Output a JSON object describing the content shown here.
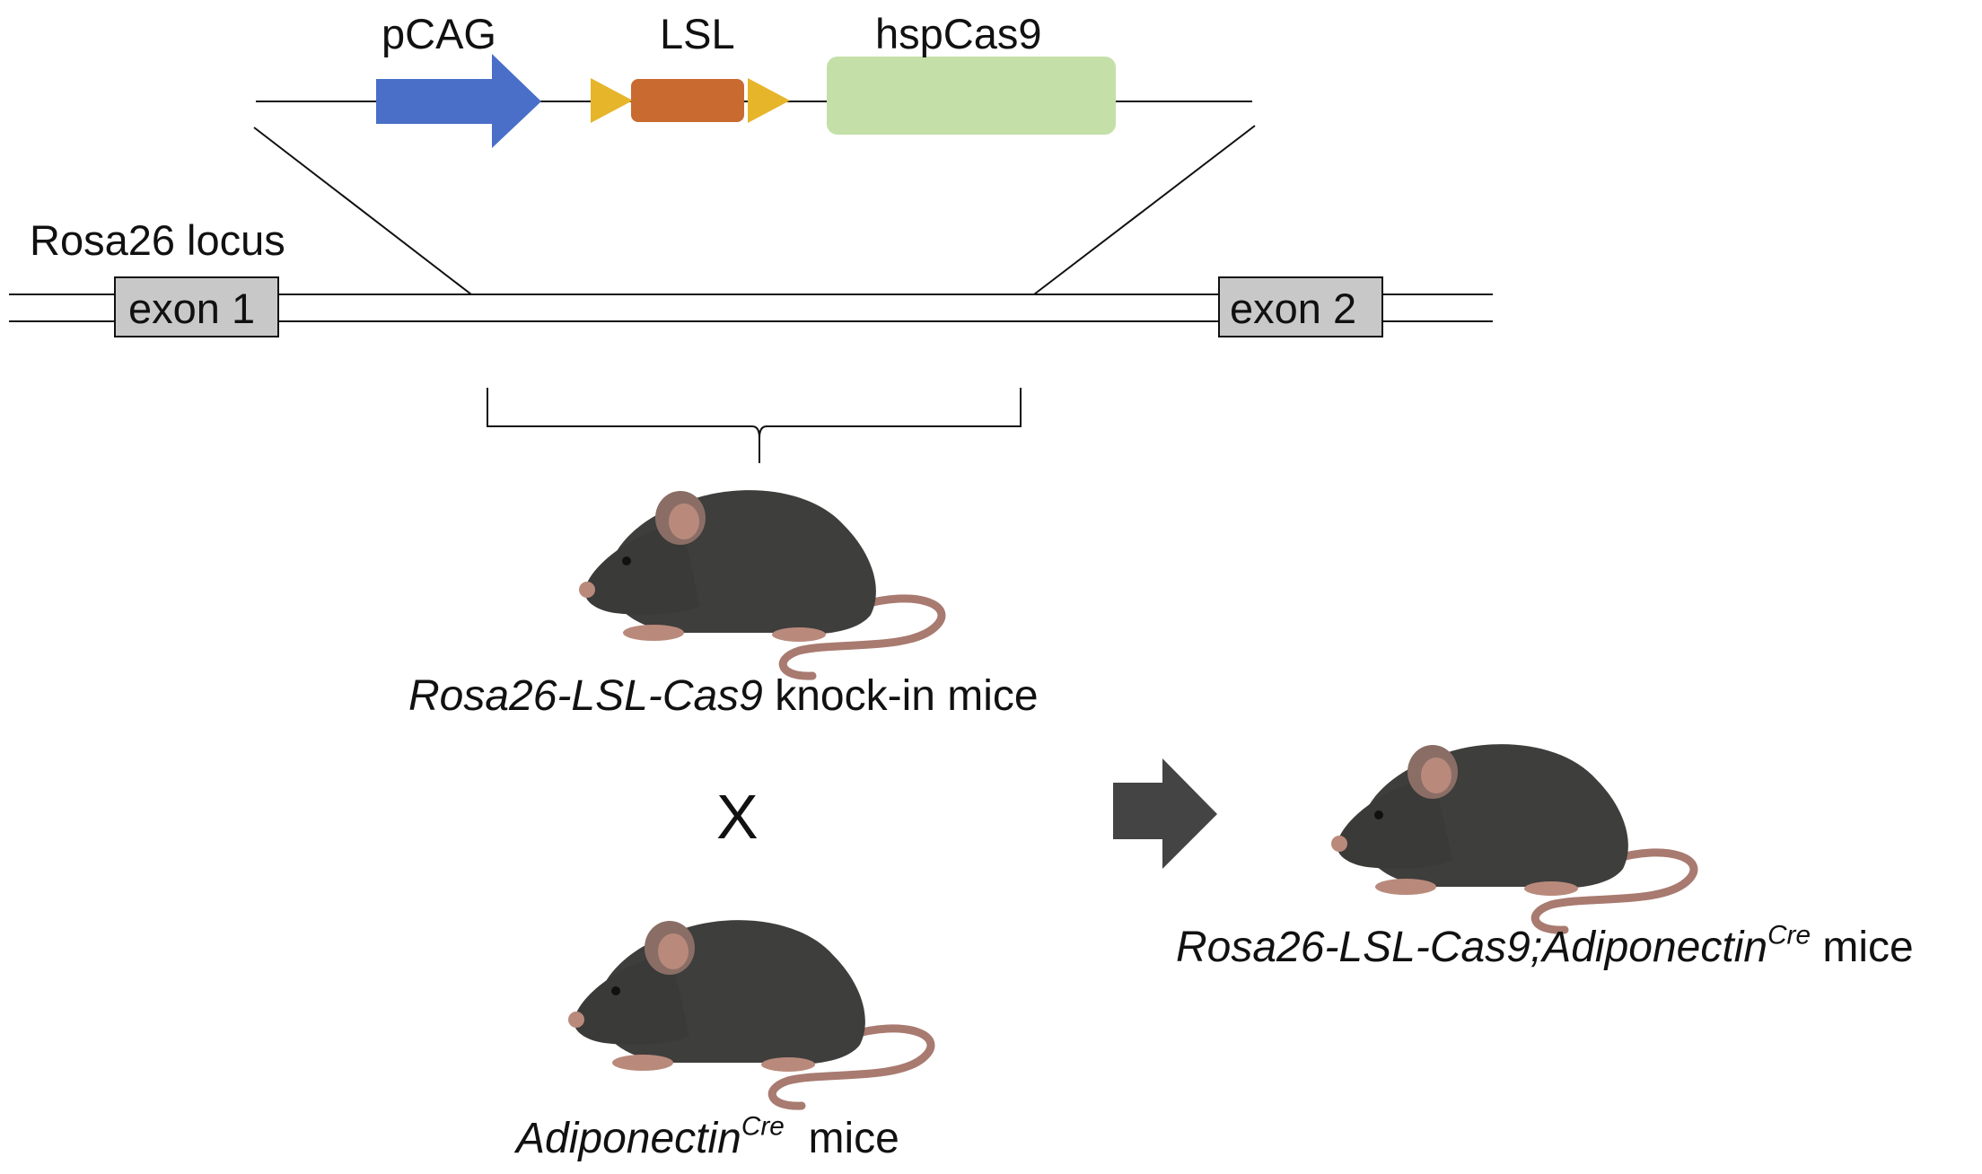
{
  "construct": {
    "promoter_label": "pCAG",
    "lsl_label": "LSL",
    "cas9_label": "hspCas9"
  },
  "locus": {
    "label": "Rosa26 locus",
    "exon1_label": "exon 1",
    "exon2_label": "exon 2"
  },
  "mice": {
    "knockin_italic": "Rosa26-LSL-Cas9",
    "knockin_suffix": " knock-in mice",
    "cross_symbol": "X",
    "adipo_italic": "Adiponectin",
    "adipo_sup": "Cre",
    "adipo_suffix": "  mice",
    "result_italic": "Rosa26-LSL-Cas9;Adiponectin",
    "result_sup": "Cre",
    "result_suffix": " mice"
  },
  "colors": {
    "promoter": "#4a6fc9",
    "lsl_box": "#c96a30",
    "loxp": "#e6b52a",
    "cas9": "#c4e0a8",
    "exon": "#c8c8c8",
    "mouse_body": "#3e3e3c",
    "mouse_pink": "#b98a7c",
    "arrow": "#444444"
  }
}
